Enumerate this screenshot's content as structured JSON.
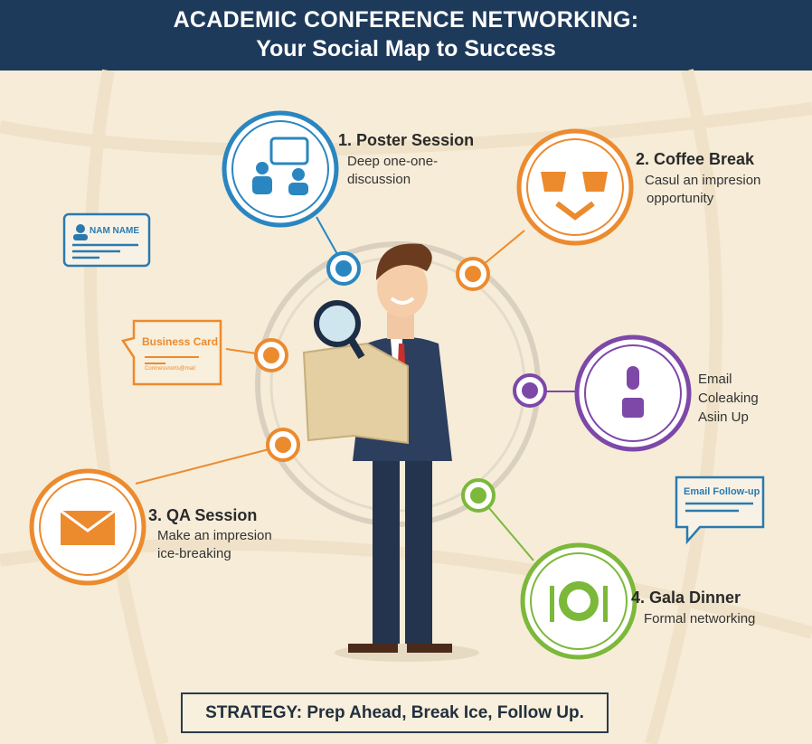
{
  "header": {
    "title_line1": "ACADEMIC CONFERENCE NETWORKING:",
    "title_line2": "Your Social Map to Success"
  },
  "stations": [
    {
      "title": "1. Poster Session",
      "desc1": "Deep one-one-",
      "desc2": "discussion",
      "color": "#2a86c0",
      "icon": "poster-discussion-icon"
    },
    {
      "title": "2. Coffee Break",
      "desc1": "Casul an impresion",
      "desc2": "opportunity",
      "color": "#ec8a2e",
      "icon": "coffee-handshake-icon"
    },
    {
      "title": "",
      "desc1": "Email",
      "desc2": "Coleaking",
      "desc3": "Asiin Up",
      "color": "#7d48a8",
      "icon": "microphone-hand-icon"
    },
    {
      "title": "3. QA Session",
      "desc1": "Make an impresion",
      "desc2": "ice-breaking",
      "color": "#ec8a2e",
      "icon": "envelope-icon"
    },
    {
      "title": "4. Gala Dinner",
      "desc1": "Formal networking",
      "color": "#7cb83a",
      "icon": "dinner-plate-icon"
    }
  ],
  "cards": {
    "name_card": "NAM NAME",
    "business_card": "Business Card",
    "business_card_sub": "Conmessnorts@mail",
    "email_bubble": "Email Follow-up"
  },
  "strategy": "STRATEGY: Prep Ahead, Break Ice, Follow Up.",
  "colors": {
    "header": "#1d3a5b",
    "background": "#f6ecd8",
    "blue": "#2a86c0",
    "orange": "#ec8a2e",
    "purple": "#7d48a8",
    "green": "#7cb83a"
  }
}
